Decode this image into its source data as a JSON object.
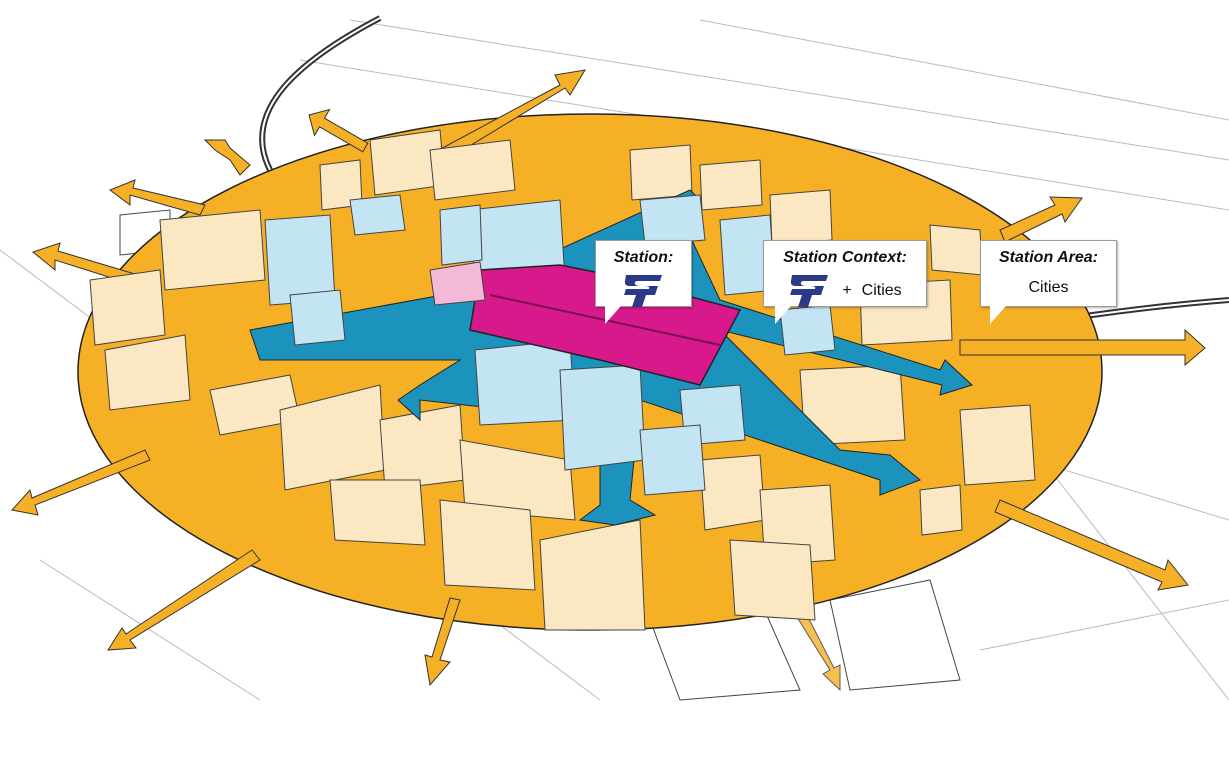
{
  "diagram": {
    "colors": {
      "station_area": "#F6B025",
      "station_context": "#1B93BD",
      "station": "#D8198B",
      "building": "#FCE7C3",
      "building_context": "#C3E4F2",
      "logo": "#2B3A86"
    },
    "callouts": [
      {
        "title": "Station:",
        "logo": "ST logo",
        "text": ""
      },
      {
        "title": "Station Context:",
        "logo": "ST logo",
        "plus": "+",
        "text": "Cities"
      },
      {
        "title": "Station Area:",
        "text": "Cities"
      }
    ]
  }
}
